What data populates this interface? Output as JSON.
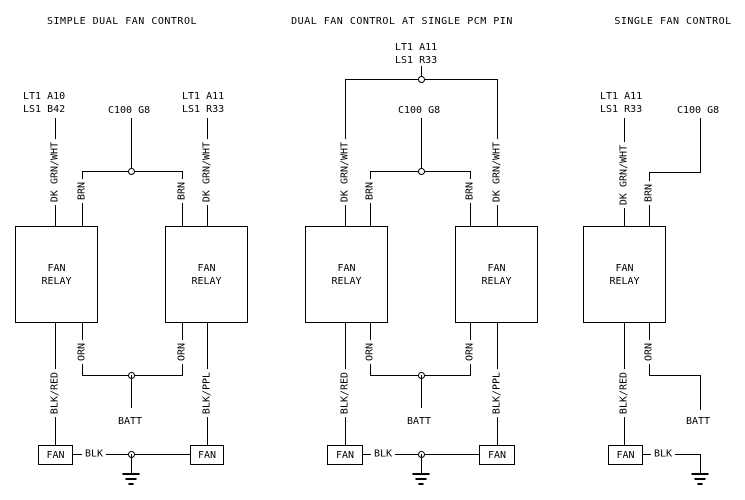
{
  "colors": {
    "line": "#000000",
    "background": "#ffffff",
    "text": "#000000"
  },
  "labels": {
    "dk_grn_wht": "DK GRN/WHT",
    "brn": "BRN",
    "orn": "ORN",
    "blk_red": "BLK/RED",
    "blk_ppl": "BLK/PPL",
    "blk": "BLK",
    "batt": "BATT",
    "fan": "FAN",
    "fan_relay_line1": "FAN",
    "fan_relay_line2": "RELAY"
  },
  "diagrams": {
    "simple_dual": {
      "title": "SIMPLE DUAL FAN CONTROL",
      "pin_left_line1": "LT1 A10",
      "pin_left_line2": "LS1 B42",
      "pin_center": "C100 G8",
      "pin_right_line1": "LT1 A11",
      "pin_right_line2": "LS1 R33"
    },
    "single_pcm": {
      "title": "DUAL FAN CONTROL AT SINGLE PCM PIN",
      "pin_top_line1": "LT1 A11",
      "pin_top_line2": "LS1 R33",
      "pin_center": "C100 G8"
    },
    "single_fan": {
      "title": "SINGLE FAN CONTROL",
      "pin_left_line1": "LT1 A11",
      "pin_left_line2": "LS1 R33",
      "pin_right": "C100 G8"
    }
  }
}
